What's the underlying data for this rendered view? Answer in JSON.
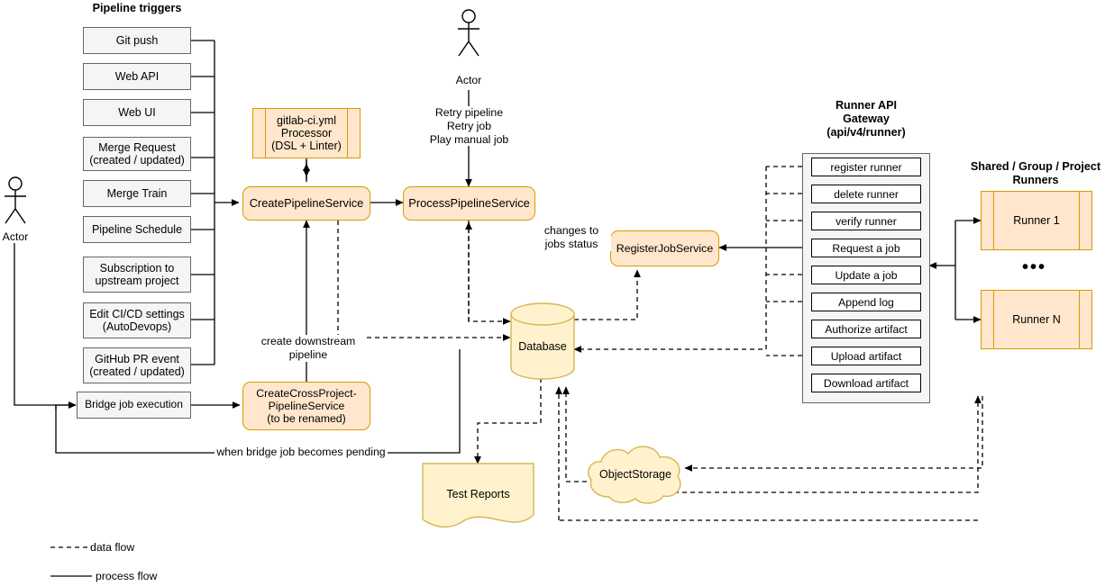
{
  "headings": {
    "pipeline_triggers": "Pipeline triggers",
    "runner_api_gateway": "Runner API\nGateway\n(api/v4/runner)",
    "runner_api_gateway_l1": "Runner API",
    "runner_api_gateway_l2": "Gateway",
    "runner_api_gateway_l3": "(api/v4/runner)",
    "runners_group_l1": "Shared / Group / Project",
    "runners_group_l2": "Runners"
  },
  "actors": [
    {
      "name": "actor-left",
      "label": "Actor"
    },
    {
      "name": "actor-top",
      "label": "Actor"
    }
  ],
  "triggers": [
    {
      "label": "Git push"
    },
    {
      "label": "Web API"
    },
    {
      "label": "Web UI"
    },
    {
      "label": "Merge Request\n(created / updated)",
      "l1": "Merge Request",
      "l2": "(created / updated)"
    },
    {
      "label": "Merge Train"
    },
    {
      "label": "Pipeline Schedule"
    },
    {
      "label": "Subscription to\nupstream project",
      "l1": "Subscription to",
      "l2": "upstream project"
    },
    {
      "label": "Edit CI/CD settings\n(AutoDevops)",
      "l1": "Edit CI/CD settings",
      "l2": "(AutoDevops)"
    },
    {
      "label": "GitHub PR event\n(created / updated)",
      "l1": "GitHub PR event",
      "l2": "(created / updated)"
    },
    {
      "label": "Bridge job execution"
    }
  ],
  "services": {
    "yml_processor": {
      "l1": "gitlab-ci.yml",
      "l2": "Processor",
      "l3": "(DSL + Linter)"
    },
    "create_pipeline": "CreatePipelineService",
    "process_pipeline": "ProcessPipelineService",
    "register_job": "RegisterJobService",
    "cross_project": {
      "l1": "CreateCrossProject-",
      "l2": "PipelineService",
      "l3": "(to be renamed)"
    }
  },
  "stores": {
    "database": "Database",
    "test_reports": "Test Reports",
    "object_storage": "ObjectStorage"
  },
  "gateway_endpoints": [
    {
      "label": "register runner"
    },
    {
      "label": "delete runner"
    },
    {
      "label": "verify runner"
    },
    {
      "label": "Request a job"
    },
    {
      "label": "Update a job"
    },
    {
      "label": "Append log"
    },
    {
      "label": "Authorize artifact"
    },
    {
      "label": "Upload artifact"
    },
    {
      "label": "Download artifact"
    }
  ],
  "runners": [
    {
      "label": "Runner 1"
    },
    {
      "label": "Runner N"
    }
  ],
  "runners_ellipsis": "•••",
  "edge_labels": {
    "retry": "Retry pipeline\nRetry job\nPlay manual job",
    "retry_l1": "Retry pipeline",
    "retry_l2": "Retry job",
    "retry_l3": "Play manual job",
    "changes_l1": "changes to",
    "changes_l2": "jobs status",
    "downstream_l1": "create downstream",
    "downstream_l2": "pipeline",
    "bridge_pending": "when bridge job becomes pending"
  },
  "legend": [
    {
      "style": "dashed",
      "label": "data flow"
    },
    {
      "style": "solid",
      "label": "process flow"
    }
  ],
  "colors": {
    "service_fill": "#ffe6cc",
    "service_stroke": "#d79b00",
    "store_fill": "#fff2cc",
    "store_stroke": "#d6b656",
    "trigger_fill": "#f5f5f5",
    "trigger_stroke": "#666666",
    "panel_fill": "#f5f5f5",
    "line": "#000000"
  }
}
